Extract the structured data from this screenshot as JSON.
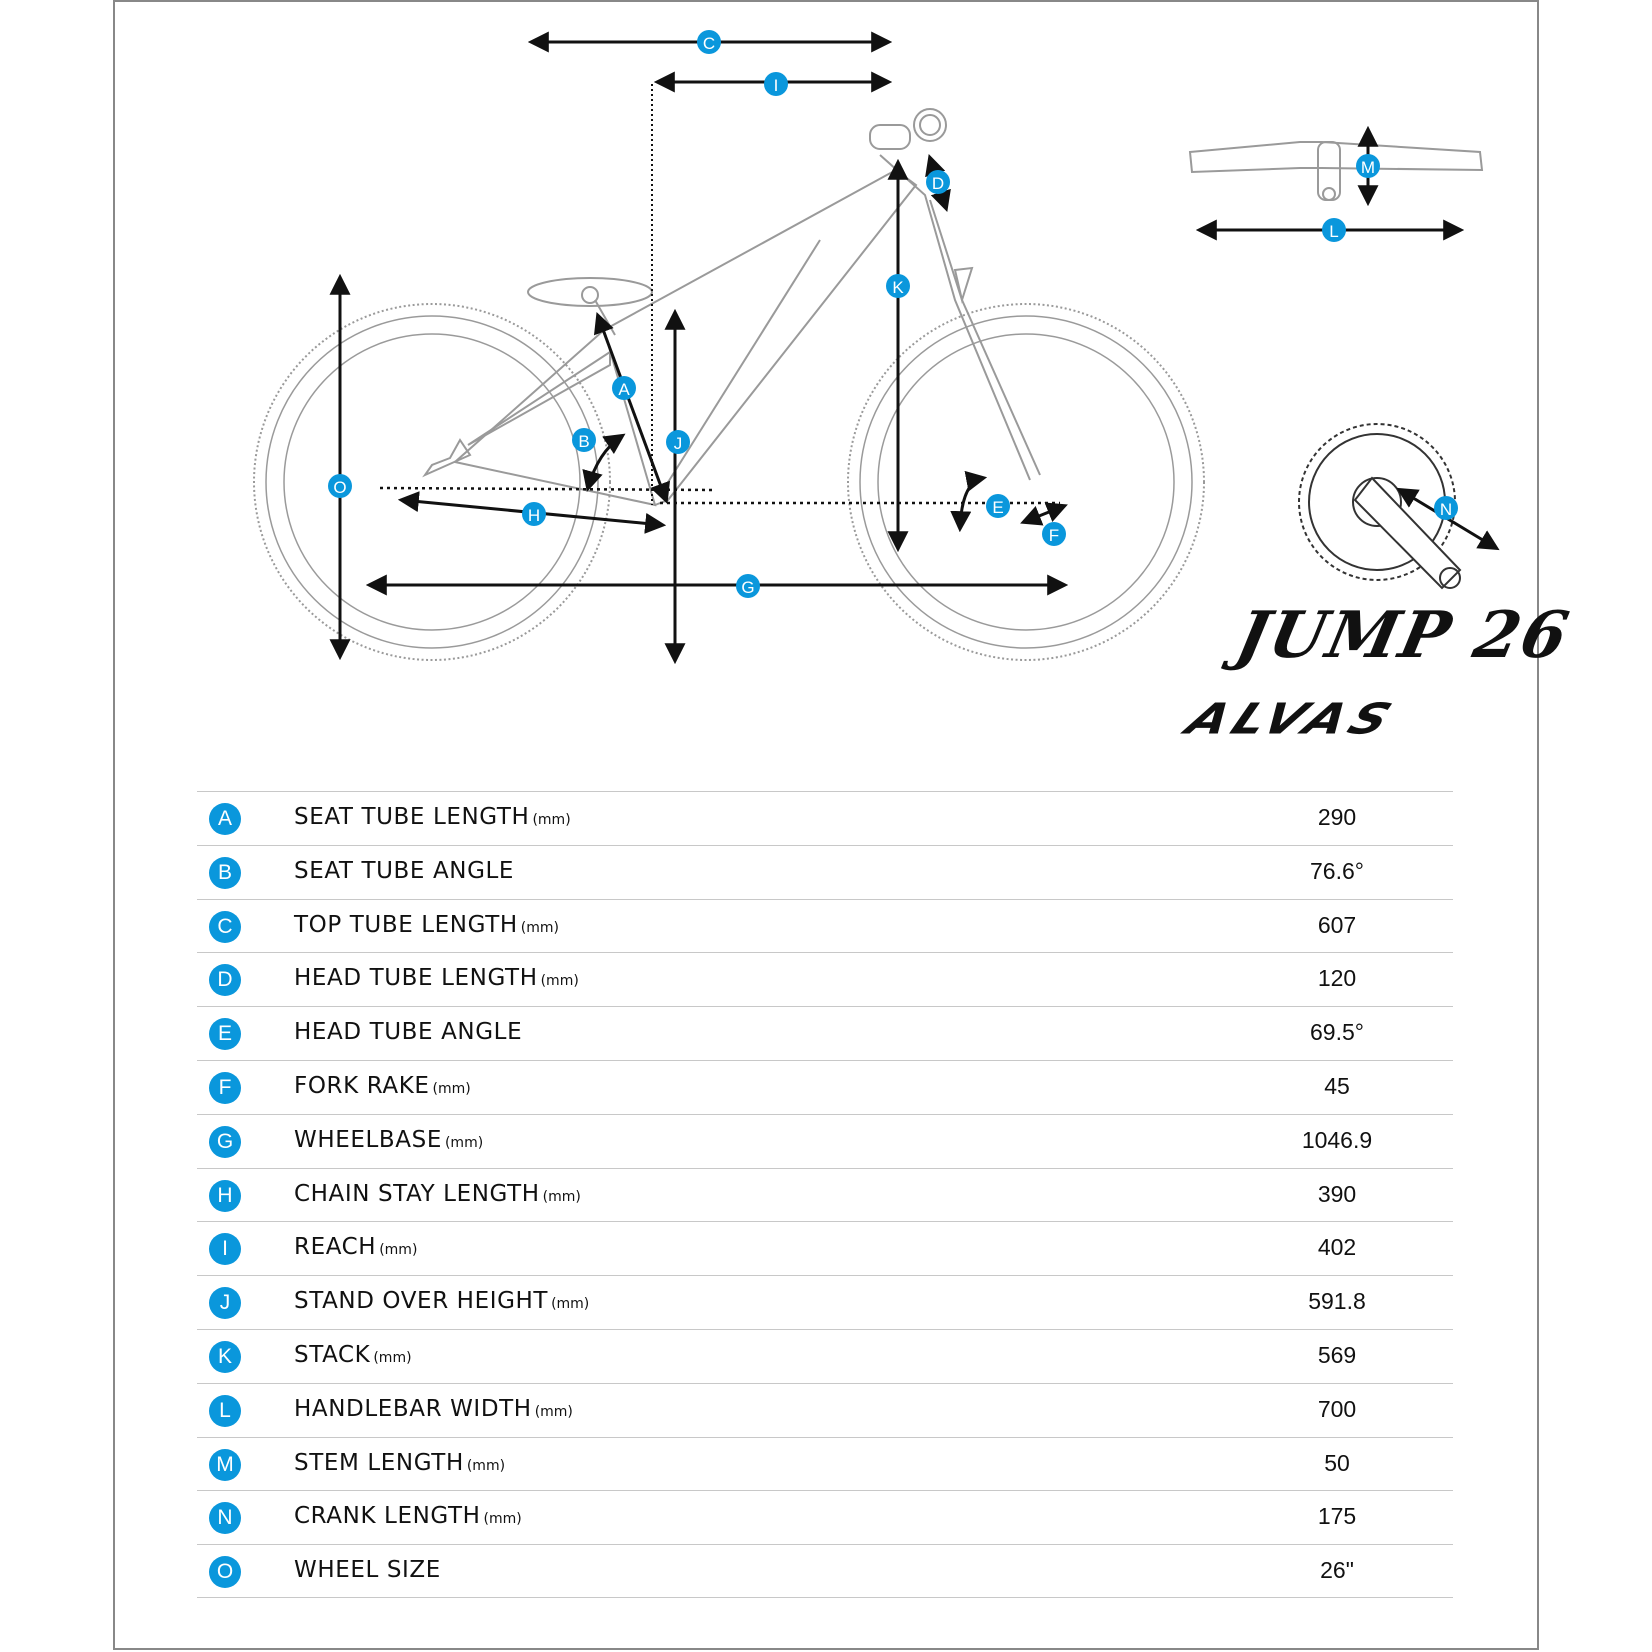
{
  "brand": {
    "model": "JUMP 26",
    "name": "ALVAS"
  },
  "diagram_markers": [
    "A",
    "B",
    "C",
    "D",
    "E",
    "F",
    "G",
    "H",
    "I",
    "J",
    "K",
    "L",
    "M",
    "N",
    "O"
  ],
  "colors": {
    "badge": "#0a97dc",
    "line": "#111111",
    "frame_outline": "#9a9a9a",
    "rule": "#c8c8c8"
  },
  "specs": [
    {
      "key": "A",
      "label": "SEAT TUBE LENGTH",
      "unit": "(mm)",
      "value": "290"
    },
    {
      "key": "B",
      "label": "SEAT TUBE ANGLE",
      "unit": "",
      "value": "76.6°"
    },
    {
      "key": "C",
      "label": "TOP TUBE LENGTH",
      "unit": "(mm)",
      "value": "607"
    },
    {
      "key": "D",
      "label": "HEAD TUBE LENGTH",
      "unit": "(mm)",
      "value": "120"
    },
    {
      "key": "E",
      "label": "HEAD TUBE ANGLE",
      "unit": "",
      "value": "69.5°"
    },
    {
      "key": "F",
      "label": "FORK RAKE",
      "unit": "(mm)",
      "value": "45"
    },
    {
      "key": "G",
      "label": "WHEELBASE",
      "unit": "(mm)",
      "value": "1046.9"
    },
    {
      "key": "H",
      "label": "CHAIN STAY LENGTH",
      "unit": "(mm)",
      "value": "390"
    },
    {
      "key": "I",
      "label": "REACH",
      "unit": "(mm)",
      "value": "402"
    },
    {
      "key": "J",
      "label": "STAND OVER HEIGHT",
      "unit": "(mm)",
      "value": "591.8"
    },
    {
      "key": "K",
      "label": "STACK",
      "unit": "(mm)",
      "value": "569"
    },
    {
      "key": "L",
      "label": "HANDLEBAR WIDTH",
      "unit": "(mm)",
      "value": "700"
    },
    {
      "key": "M",
      "label": "STEM LENGTH",
      "unit": "(mm)",
      "value": "50"
    },
    {
      "key": "N",
      "label": "CRANK LENGTH",
      "unit": "(mm)",
      "value": "175"
    },
    {
      "key": "O",
      "label": "WHEEL SIZE",
      "unit": "",
      "value": "26\""
    }
  ]
}
